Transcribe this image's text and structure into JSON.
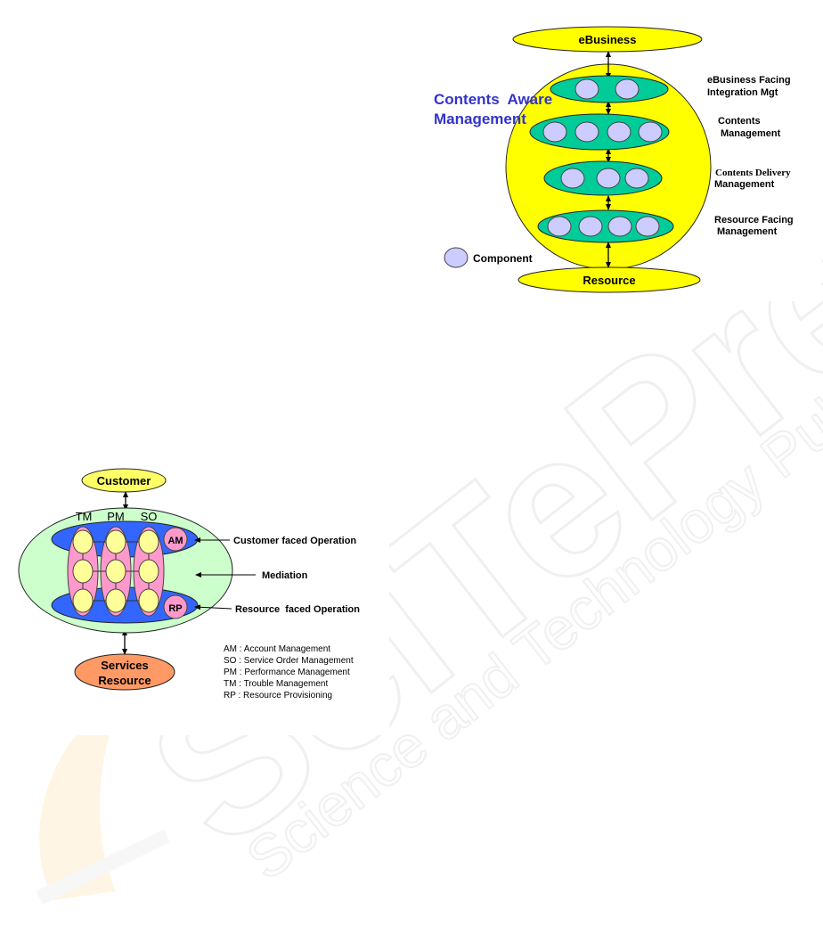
{
  "watermark": {
    "brand": "SciTePress",
    "tagline": "Science and Technology Publications"
  },
  "figure_top": {
    "title_line1": "Contents  Aware",
    "title_line2": "Management",
    "top_node": "eBusiness",
    "bottom_node": "Resource",
    "layers": [
      {
        "label_line1": "eBusiness Facing",
        "label_line2": "Integration Mgt",
        "components": 2
      },
      {
        "label_line1": "Contents",
        "label_line2": "Management",
        "components": 4
      },
      {
        "label_line1": "Contents Delivery",
        "label_line2": "Management",
        "components": 3
      },
      {
        "label_line1": "Resource Facing",
        "label_line2": "Management",
        "components": 4
      }
    ],
    "legend_label": "Component",
    "colors": {
      "yellow": "#ffff00",
      "layer": "#00cc99",
      "component": "#ccccff",
      "title": "#3333cc"
    }
  },
  "figure_bottom": {
    "customer": "Customer",
    "services_line1": "Services",
    "services_line2": "Resource",
    "columns": [
      "TM",
      "PM",
      "SO"
    ],
    "am": "AM",
    "rp": "RP",
    "customer_faced": "Customer faced Operation",
    "mediation": "Mediation",
    "resource_faced": "Resource  faced Operation",
    "legend": [
      "AM : Account Management",
      "SO : Service Order Management",
      "PM : Performance Management",
      "TM : Trouble Management",
      "RP : Resource Provisioning"
    ],
    "colors": {
      "outer": "#ccffcc",
      "blue": "#3366ff",
      "pink": "#ff99cc",
      "node": "#ffff99",
      "customer": "#ffff66",
      "services": "#ff9966"
    }
  }
}
